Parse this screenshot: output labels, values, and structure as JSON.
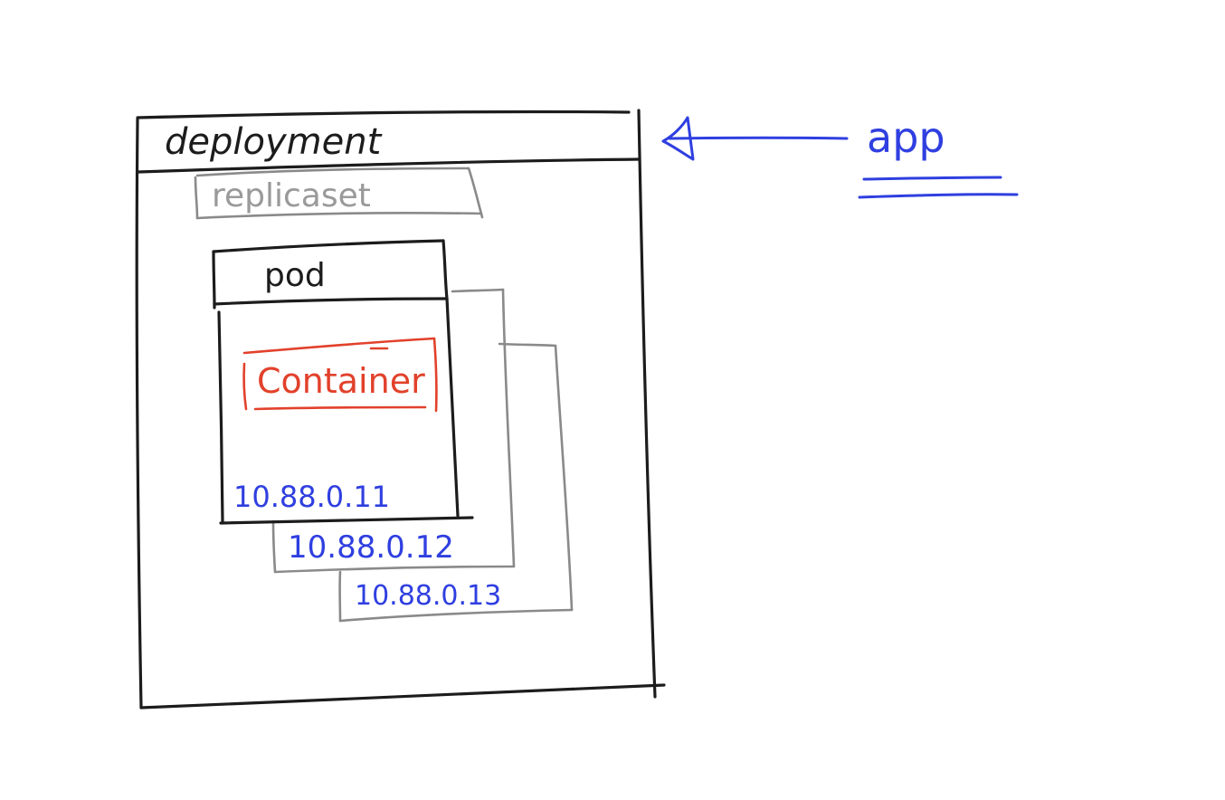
{
  "diagram": {
    "deployment_label": "deployment",
    "replicaset_label": "replicaset",
    "pod_label": "pod",
    "container_label": "Container",
    "pod_ips": [
      "10.88.0.11",
      "10.88.0.12",
      "10.88.0.13"
    ],
    "app_label": "app"
  },
  "colors": {
    "ink": "#1c1c1c",
    "grey": "#8a8a8a",
    "container": "#e2412b",
    "ip": "#2f3fe0"
  }
}
